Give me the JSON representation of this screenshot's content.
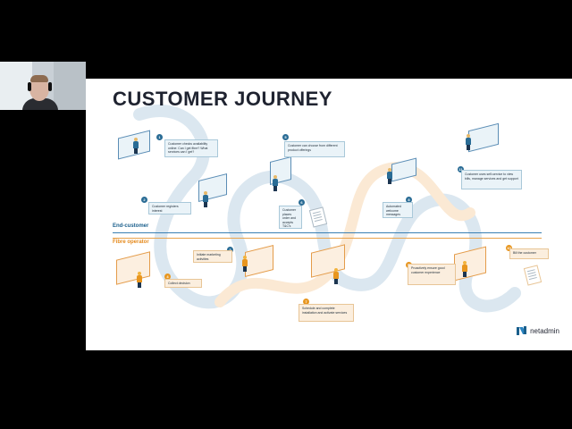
{
  "slide": {
    "title": "CUSTOMER JOURNEY",
    "lanes": {
      "end_customer": "End-customer",
      "fibre_operator": "Fibre operator"
    },
    "steps": [
      {
        "num": "1",
        "text": "Customer checks availability online: Can I get fibre? What services can I get?"
      },
      {
        "num": "2",
        "text": "Customer registers interest"
      },
      {
        "num": "3",
        "text": "Initiate marketing activities"
      },
      {
        "num": "4",
        "text": "Collect decision"
      },
      {
        "num": "5",
        "text": "Customer can choose from different product offerings"
      },
      {
        "num": "6",
        "text": "Customer places order and accepts T&C's"
      },
      {
        "num": "7",
        "text": "Schedule and complete installation and activate services"
      },
      {
        "num": "8",
        "text": "Automated welcome messages"
      },
      {
        "num": "9",
        "text": "Proactively ensure good customer experience"
      },
      {
        "num": "10",
        "text": "Bill the customer"
      },
      {
        "num": "11",
        "text": "Customer uses self-service to view bills, manage services and get support"
      }
    ],
    "brand": "netadmin"
  },
  "colors": {
    "blue": "#2a6c95",
    "orange": "#e8961f",
    "title": "#1f2330"
  }
}
